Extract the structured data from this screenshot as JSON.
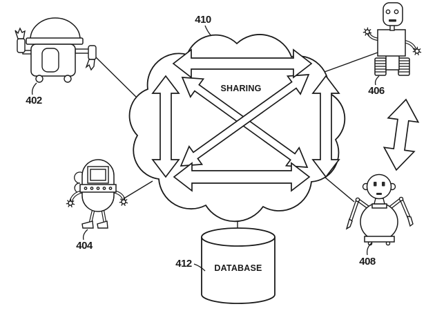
{
  "figure": {
    "background": "#ffffff",
    "ink": "#1a1a1a",
    "cloud": {
      "ref_label": "410",
      "title": "SHARING"
    },
    "database": {
      "ref_label": "412",
      "title": "DATABASE"
    },
    "robots": [
      {
        "ref_label": "402",
        "position": "top-left",
        "kind": "dome-head-wheeled-robot"
      },
      {
        "ref_label": "404",
        "position": "bottom-left",
        "kind": "capsule-screen-face-robot"
      },
      {
        "ref_label": "406",
        "position": "top-right",
        "kind": "tracked-humanoid-robot"
      },
      {
        "ref_label": "408",
        "position": "bottom-right",
        "kind": "sphere-body-articulated-robot"
      }
    ]
  }
}
